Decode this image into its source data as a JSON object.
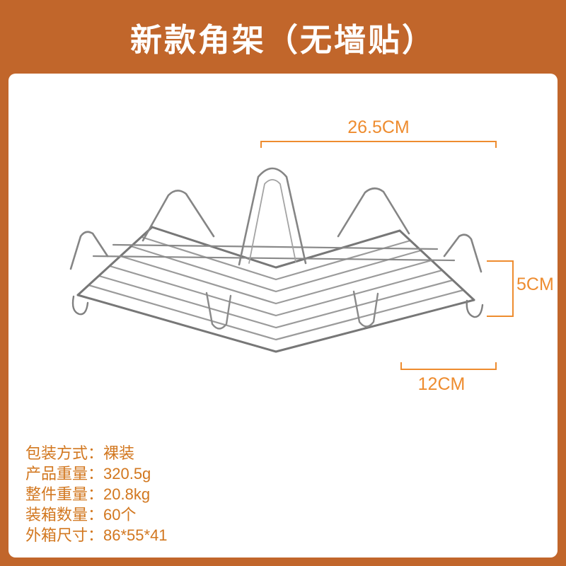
{
  "title": "新款角架（无墙贴）",
  "colors": {
    "background": "#C1662B",
    "panel": "#FFFFFF",
    "dimension_accent": "#EE8C2F",
    "spec_text": "#D2771F",
    "wire_gray": "#8F8F8F"
  },
  "dimensions": {
    "width": "26.5CM",
    "height": "5CM",
    "depth": "12CM"
  },
  "specs": {
    "items": [
      "包装方式：裸装",
      "产品重量：320.5g",
      "整件重量：20.8kg",
      "装箱数量：60个",
      "外箱尺寸：86*55*41"
    ]
  }
}
